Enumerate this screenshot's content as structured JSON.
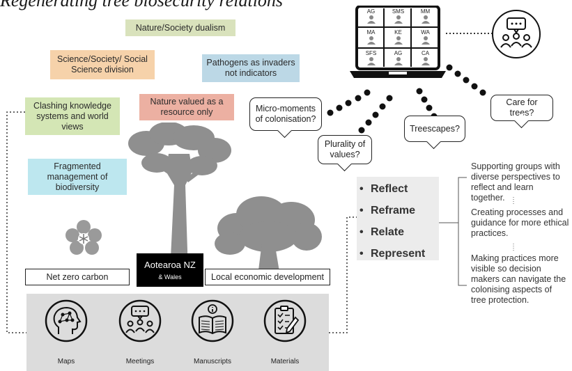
{
  "title": "Regenerating tree biosecurity relations",
  "problem_tags": [
    {
      "id": "nature-society",
      "text": "Nature/Society dualism",
      "color": "#d9e2bc"
    },
    {
      "id": "science-division",
      "text": "Science/Society/ Social Science division",
      "color": "#f6d2aa"
    },
    {
      "id": "pathogens",
      "text": "Pathogens as invaders not indicators",
      "color": "#bcd8e6"
    },
    {
      "id": "nature-resource",
      "text": "Nature valued as a resource only",
      "color": "#ecb0a2"
    },
    {
      "id": "clashing",
      "text": "Clashing knowledge systems and world views",
      "color": "#d4e6b5"
    },
    {
      "id": "fragmented",
      "text": "Fragmented management of biodiversity",
      "color": "#bde7ef"
    }
  ],
  "bubbles": {
    "micro": "Micro-moments of colonisation?",
    "plurality": "Plurality of values?",
    "treescapes": "Treescapes?",
    "care": "Care for trees?"
  },
  "laptop_participants": [
    "AG",
    "SMS",
    "MM",
    "MA",
    "KE",
    "WA",
    "SFS",
    "AG",
    "CA"
  ],
  "actions": [
    "Reflect",
    "Reframe",
    "Relate",
    "Represent"
  ],
  "outcomes": [
    "Supporting groups with diverse perspectives to reflect and learn together.",
    "Creating processes and guidance for more ethical practices.",
    "Making practices more visible so decision makers can navigate the colonising aspects of tree protection."
  ],
  "site_labels": {
    "net_zero": "Net zero carbon",
    "aotearoa": "Aotearoa NZ",
    "wales": "& Wales",
    "local_econ": "Local economic development"
  },
  "methods": [
    {
      "label": "Maps",
      "icon": "head-network-icon"
    },
    {
      "label": "Meetings",
      "icon": "meeting-people-icon"
    },
    {
      "label": "Manuscripts",
      "icon": "open-book-icon"
    },
    {
      "label": "Materials",
      "icon": "clipboard-pencil-icon"
    }
  ]
}
